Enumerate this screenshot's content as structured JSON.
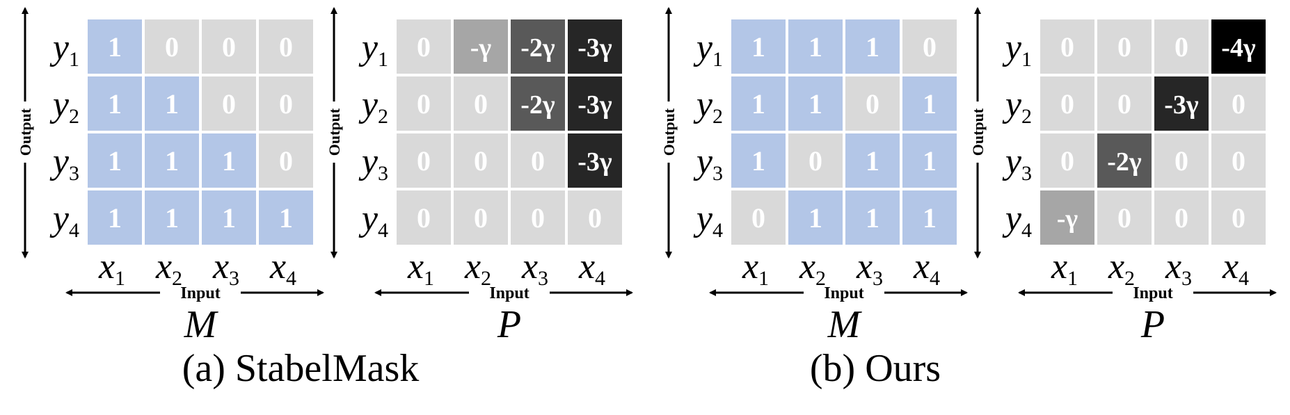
{
  "colors": {
    "blue": "#b3c6e7",
    "light_gray": "#d9d9d9",
    "gamma1": "#a6a6a6",
    "gamma2": "#595959",
    "gamma3": "#262626",
    "gamma4": "#000000",
    "text_on_cell": "#ffffff",
    "ink": "#000000"
  },
  "figure": {
    "panels": [
      {
        "caption": "(a) StabelMask",
        "matrices": [
          {
            "id": "M",
            "symbol": "M",
            "axis_input": "Input",
            "axis_output": "Output",
            "row_labels": [
              {
                "v": "y",
                "s": "1"
              },
              {
                "v": "y",
                "s": "2"
              },
              {
                "v": "y",
                "s": "3"
              },
              {
                "v": "y",
                "s": "4"
              }
            ],
            "col_labels": [
              {
                "v": "x",
                "s": "1"
              },
              {
                "v": "x",
                "s": "2"
              },
              {
                "v": "x",
                "s": "3"
              },
              {
                "v": "x",
                "s": "4"
              }
            ],
            "cells": [
              [
                {
                  "t": "1",
                  "c": "blue"
                },
                {
                  "t": "0",
                  "c": "light_gray"
                },
                {
                  "t": "0",
                  "c": "light_gray"
                },
                {
                  "t": "0",
                  "c": "light_gray"
                }
              ],
              [
                {
                  "t": "1",
                  "c": "blue"
                },
                {
                  "t": "1",
                  "c": "blue"
                },
                {
                  "t": "0",
                  "c": "light_gray"
                },
                {
                  "t": "0",
                  "c": "light_gray"
                }
              ],
              [
                {
                  "t": "1",
                  "c": "blue"
                },
                {
                  "t": "1",
                  "c": "blue"
                },
                {
                  "t": "1",
                  "c": "blue"
                },
                {
                  "t": "0",
                  "c": "light_gray"
                }
              ],
              [
                {
                  "t": "1",
                  "c": "blue"
                },
                {
                  "t": "1",
                  "c": "blue"
                },
                {
                  "t": "1",
                  "c": "blue"
                },
                {
                  "t": "1",
                  "c": "blue"
                }
              ]
            ]
          },
          {
            "id": "P",
            "symbol": "P",
            "axis_input": "Input",
            "axis_output": "Output",
            "row_labels": [
              {
                "v": "y",
                "s": "1"
              },
              {
                "v": "y",
                "s": "2"
              },
              {
                "v": "y",
                "s": "3"
              },
              {
                "v": "y",
                "s": "4"
              }
            ],
            "col_labels": [
              {
                "v": "x",
                "s": "1"
              },
              {
                "v": "x",
                "s": "2"
              },
              {
                "v": "x",
                "s": "3"
              },
              {
                "v": "x",
                "s": "4"
              }
            ],
            "cells": [
              [
                {
                  "t": "0",
                  "c": "light_gray"
                },
                {
                  "t": "-γ",
                  "c": "gamma1"
                },
                {
                  "t": "-2γ",
                  "c": "gamma2"
                },
                {
                  "t": "-3γ",
                  "c": "gamma3"
                }
              ],
              [
                {
                  "t": "0",
                  "c": "light_gray"
                },
                {
                  "t": "0",
                  "c": "light_gray"
                },
                {
                  "t": "-2γ",
                  "c": "gamma2"
                },
                {
                  "t": "-3γ",
                  "c": "gamma3"
                }
              ],
              [
                {
                  "t": "0",
                  "c": "light_gray"
                },
                {
                  "t": "0",
                  "c": "light_gray"
                },
                {
                  "t": "0",
                  "c": "light_gray"
                },
                {
                  "t": "-3γ",
                  "c": "gamma3"
                }
              ],
              [
                {
                  "t": "0",
                  "c": "light_gray"
                },
                {
                  "t": "0",
                  "c": "light_gray"
                },
                {
                  "t": "0",
                  "c": "light_gray"
                },
                {
                  "t": "0",
                  "c": "light_gray"
                }
              ]
            ]
          }
        ]
      },
      {
        "caption": "(b) Ours",
        "matrices": [
          {
            "id": "M",
            "symbol": "M",
            "axis_input": "Input",
            "axis_output": "Output",
            "row_labels": [
              {
                "v": "y",
                "s": "1"
              },
              {
                "v": "y",
                "s": "2"
              },
              {
                "v": "y",
                "s": "3"
              },
              {
                "v": "y",
                "s": "4"
              }
            ],
            "col_labels": [
              {
                "v": "x",
                "s": "1"
              },
              {
                "v": "x",
                "s": "2"
              },
              {
                "v": "x",
                "s": "3"
              },
              {
                "v": "x",
                "s": "4"
              }
            ],
            "cells": [
              [
                {
                  "t": "1",
                  "c": "blue"
                },
                {
                  "t": "1",
                  "c": "blue"
                },
                {
                  "t": "1",
                  "c": "blue"
                },
                {
                  "t": "0",
                  "c": "light_gray"
                }
              ],
              [
                {
                  "t": "1",
                  "c": "blue"
                },
                {
                  "t": "1",
                  "c": "blue"
                },
                {
                  "t": "0",
                  "c": "light_gray"
                },
                {
                  "t": "1",
                  "c": "blue"
                }
              ],
              [
                {
                  "t": "1",
                  "c": "blue"
                },
                {
                  "t": "0",
                  "c": "light_gray"
                },
                {
                  "t": "1",
                  "c": "blue"
                },
                {
                  "t": "1",
                  "c": "blue"
                }
              ],
              [
                {
                  "t": "0",
                  "c": "light_gray"
                },
                {
                  "t": "1",
                  "c": "blue"
                },
                {
                  "t": "1",
                  "c": "blue"
                },
                {
                  "t": "1",
                  "c": "blue"
                }
              ]
            ]
          },
          {
            "id": "P",
            "symbol": "P",
            "axis_input": "Input",
            "axis_output": "Output",
            "row_labels": [
              {
                "v": "y",
                "s": "1"
              },
              {
                "v": "y",
                "s": "2"
              },
              {
                "v": "y",
                "s": "3"
              },
              {
                "v": "y",
                "s": "4"
              }
            ],
            "col_labels": [
              {
                "v": "x",
                "s": "1"
              },
              {
                "v": "x",
                "s": "2"
              },
              {
                "v": "x",
                "s": "3"
              },
              {
                "v": "x",
                "s": "4"
              }
            ],
            "cells": [
              [
                {
                  "t": "0",
                  "c": "light_gray"
                },
                {
                  "t": "0",
                  "c": "light_gray"
                },
                {
                  "t": "0",
                  "c": "light_gray"
                },
                {
                  "t": "-4γ",
                  "c": "gamma4"
                }
              ],
              [
                {
                  "t": "0",
                  "c": "light_gray"
                },
                {
                  "t": "0",
                  "c": "light_gray"
                },
                {
                  "t": "-3γ",
                  "c": "gamma3"
                },
                {
                  "t": "0",
                  "c": "light_gray"
                }
              ],
              [
                {
                  "t": "0",
                  "c": "light_gray"
                },
                {
                  "t": "-2γ",
                  "c": "gamma2"
                },
                {
                  "t": "0",
                  "c": "light_gray"
                },
                {
                  "t": "0",
                  "c": "light_gray"
                }
              ],
              [
                {
                  "t": "-γ",
                  "c": "gamma1"
                },
                {
                  "t": "0",
                  "c": "light_gray"
                },
                {
                  "t": "0",
                  "c": "light_gray"
                },
                {
                  "t": "0",
                  "c": "light_gray"
                }
              ]
            ]
          }
        ]
      }
    ]
  }
}
